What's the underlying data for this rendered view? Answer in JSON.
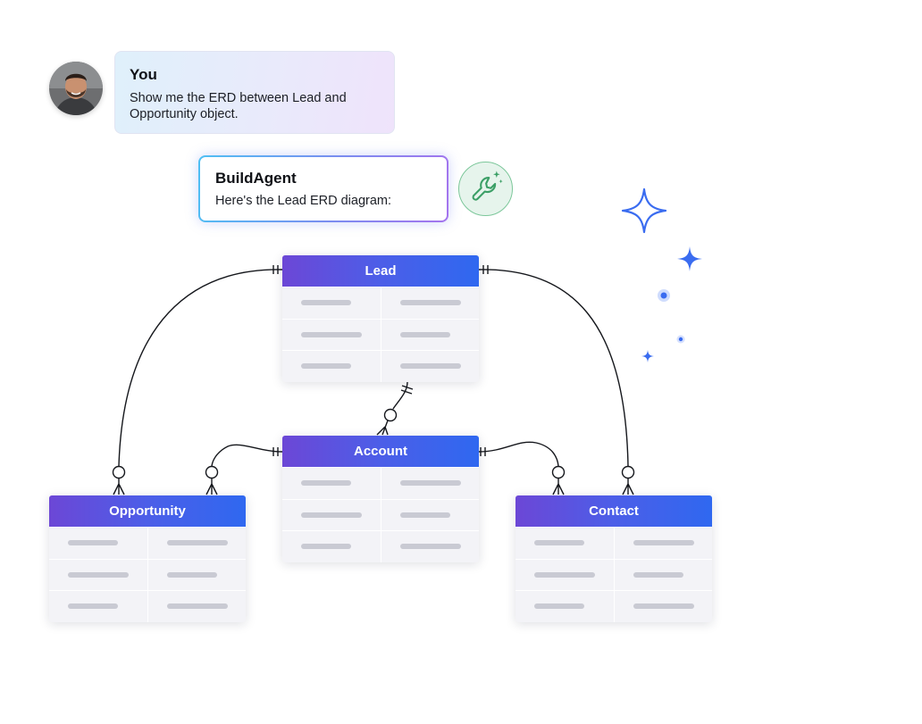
{
  "chat": {
    "user": {
      "name": "You",
      "message": "Show me the ERD between Lead and Opportunity object."
    },
    "agent": {
      "name": "BuildAgent",
      "message": "Here's the Lead ERD diagram:",
      "icon": "wrench-sparkle-icon"
    }
  },
  "diagram": {
    "entities": [
      {
        "key": "lead",
        "name": "Lead"
      },
      {
        "key": "account",
        "name": "Account"
      },
      {
        "key": "opportunity",
        "name": "Opportunity"
      },
      {
        "key": "contact",
        "name": "Contact"
      }
    ],
    "relationships": [
      {
        "from": "Lead",
        "to": "Opportunity",
        "from_end": "one-and-only-one",
        "to_end": "zero-or-many"
      },
      {
        "from": "Lead",
        "to": "Contact",
        "from_end": "one-and-only-one",
        "to_end": "zero-or-many"
      },
      {
        "from": "Lead",
        "to": "Account",
        "from_end": "one-and-only-one",
        "to_end": "zero-or-many"
      },
      {
        "from": "Account",
        "to": "Opportunity",
        "from_end": "one-and-only-one",
        "to_end": "zero-or-many"
      },
      {
        "from": "Account",
        "to": "Contact",
        "from_end": "one-and-only-one",
        "to_end": "zero-or-many"
      }
    ]
  },
  "colors": {
    "header_gradient": [
      "#6c47d6",
      "#2f68f0"
    ],
    "sparkle": "#3a6cf0",
    "agent_icon": "#3b9f66"
  }
}
